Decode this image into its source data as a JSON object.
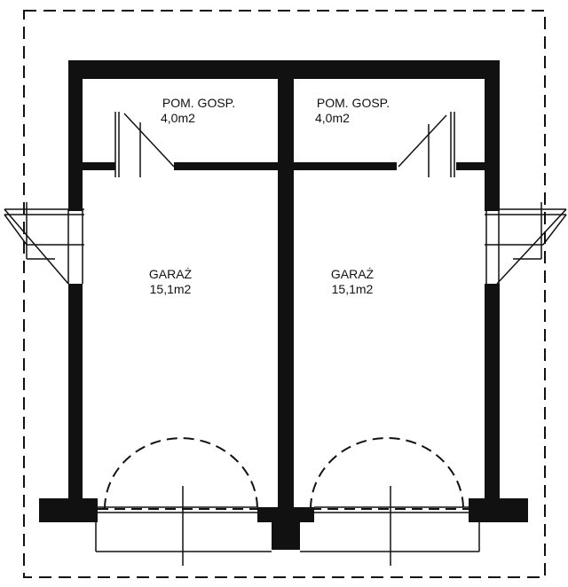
{
  "rooms": [
    {
      "name": "POM. GOSP.",
      "area": "4,0m2"
    },
    {
      "name": "POM. GOSP.",
      "area": "4,0m2"
    },
    {
      "name": "GARAŻ",
      "area": "15,1m2"
    },
    {
      "name": "GARAŻ",
      "area": "15,1m2"
    }
  ],
  "colors": {
    "wall": "#111111",
    "line": "#111111",
    "background": "#ffffff"
  }
}
